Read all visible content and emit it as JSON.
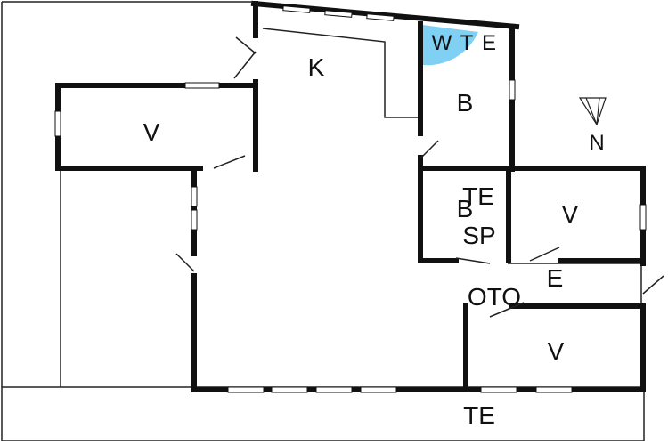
{
  "labels": {
    "k": "K",
    "v_left": "V",
    "wte_w": "W",
    "wte_t": "T",
    "wte_e": "E",
    "b_top": "B",
    "n": "N",
    "te_mid": "TE",
    "b_mid": "B",
    "sp": "SP",
    "v_mid": "V",
    "e_hall": "E",
    "oto": "OTO",
    "v_bottom": "V",
    "te_bottom": "TE"
  },
  "colors": {
    "wall": "#111111",
    "thin": "#222222",
    "shower": "#7fd0f2",
    "background": "#ffffff"
  },
  "icons": {
    "compass": "north-arrow-icon"
  }
}
